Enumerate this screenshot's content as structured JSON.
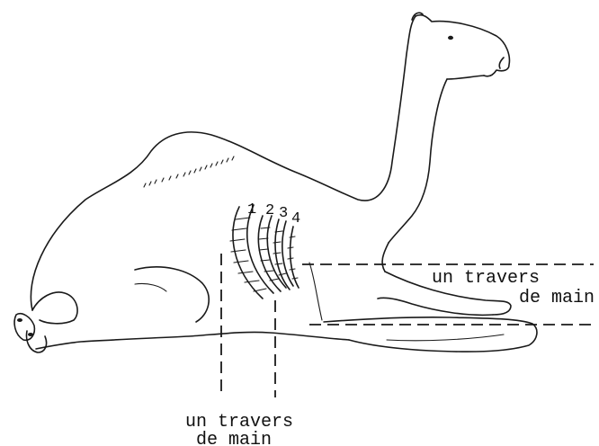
{
  "labels": {
    "rib_numbers": [
      "1",
      "2",
      "3",
      "4"
    ],
    "right_label_line1": "un travers",
    "right_label_line2": "de main",
    "bottom_label_line1": "un travers",
    "bottom_label_line2": "de main"
  }
}
